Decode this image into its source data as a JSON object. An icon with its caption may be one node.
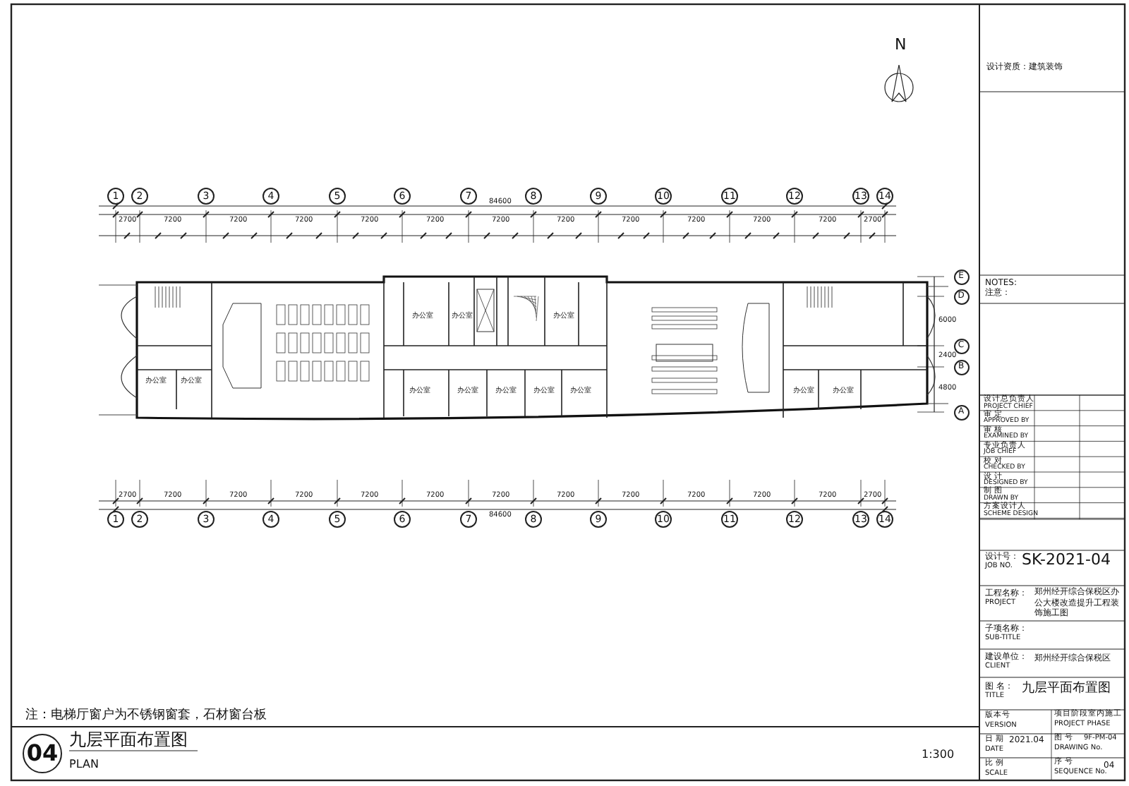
{
  "diagram": {
    "nodes": [
      {
        "text": [
          "1"
        ]
      },
      {
        "text": [
          "2"
        ]
      },
      {
        "text": [
          "3"
        ]
      },
      {
        "text": [
          "4"
        ]
      },
      {
        "text": [
          "5"
        ]
      },
      {
        "text": [
          "6"
        ]
      },
      {
        "text": [
          "7"
        ]
      },
      {
        "text": [
          "8"
        ]
      },
      {
        "text": [
          "9"
        ]
      },
      {
        "text": [
          "10"
        ]
      },
      {
        "text": [
          "11"
        ]
      },
      {
        "text": [
          "12"
        ]
      },
      {
        "text": [
          "13"
        ]
      },
      {
        "text": [
          "14"
        ]
      },
      {
        "text": [
          "E"
        ]
      },
      {
        "text": [
          "D"
        ]
      },
      {
        "text": [
          "C"
        ]
      },
      {
        "text": [
          "B"
        ]
      },
      {
        "text": [
          "A"
        ]
      },
      {
        "text": [
          "办公室"
        ]
      },
      {
        "text": [
          "办公室"
        ]
      },
      {
        "text": [
          "办公室"
        ]
      },
      {
        "text": [
          "办公室"
        ]
      },
      {
        "text": [
          "办公室"
        ]
      },
      {
        "text": [
          "办公室"
        ]
      },
      {
        "text": [
          "办公室"
        ]
      },
      {
        "text": [
          "办公室"
        ]
      },
      {
        "text": [
          "办公室"
        ]
      },
      {
        "text": [
          "办公室"
        ]
      },
      {
        "text": [
          "办公室"
        ]
      },
      {
        "text": [
          "办公室"
        ]
      },
      {
        "text": [
          "1"
        ]
      },
      {
        "text": [
          "2"
        ]
      },
      {
        "text": [
          "3"
        ]
      },
      {
        "text": [
          "4"
        ]
      },
      {
        "text": [
          "5"
        ]
      },
      {
        "text": [
          "6"
        ]
      },
      {
        "text": [
          "7"
        ]
      },
      {
        "text": [
          "8"
        ]
      },
      {
        "text": [
          "9"
        ]
      },
      {
        "text": [
          "10"
        ]
      },
      {
        "text": [
          "11"
        ]
      },
      {
        "text": [
          "12"
        ]
      },
      {
        "text": [
          "13"
        ]
      },
      {
        "text": [
          "14"
        ]
      },
      {
        "text": [
          "04"
        ]
      }
    ],
    "labels": [
      "N",
      "84600",
      "2700",
      "7200",
      "7200",
      "7200",
      "7200",
      "7200",
      "7200",
      "7200",
      "7200",
      "7200",
      "7200",
      "7200",
      "2700",
      "6000",
      "2400",
      "4800",
      "2700",
      "7200",
      "7200",
      "7200",
      "7200",
      "7200",
      "7200",
      "7200",
      "7200",
      "7200",
      "7200",
      "7200",
      "2700",
      "84600",
      "注：电梯厅窗户为不锈钢窗套，石材窗台板",
      "九层平面布置图",
      "PLAN",
      "1:300",
      "设计资质：建筑装饰",
      "NOTES:",
      "注意：",
      "设计总负责人",
      "PROJECT CHIEF",
      "审 定",
      "APPROVED BY",
      "审 核",
      "EXAMINED BY",
      "专业负责人",
      "JOB CHIEF",
      "校 对",
      "CHECKED BY",
      "设 计",
      "DESIGNED BY",
      "制 图",
      "DRAWN BY",
      "方案设计人",
      "SCHEME DESIGN",
      "设计号：",
      "JOB NO.",
      "SK-2021-04",
      "工程名称：",
      "PROJECT",
      "郑州经开综合保税区办公大楼改造提升工程装饰施工图",
      "子项名称：",
      "SUB-TITLE",
      "建设单位：",
      "CLIENT",
      "郑州经开综合保税区",
      "图 名：",
      "TITLE",
      "九层平面布置图",
      "版本号",
      "VERSION",
      "项目阶段",
      "PROJECT PHASE",
      "室内施工",
      "日 期",
      "DATE",
      "2021.04",
      "图 号",
      "DRAWING No.",
      "9F-PM-04",
      "比 例",
      "SCALE",
      "序 号",
      "SEQUENCE No.",
      "04"
    ]
  }
}
